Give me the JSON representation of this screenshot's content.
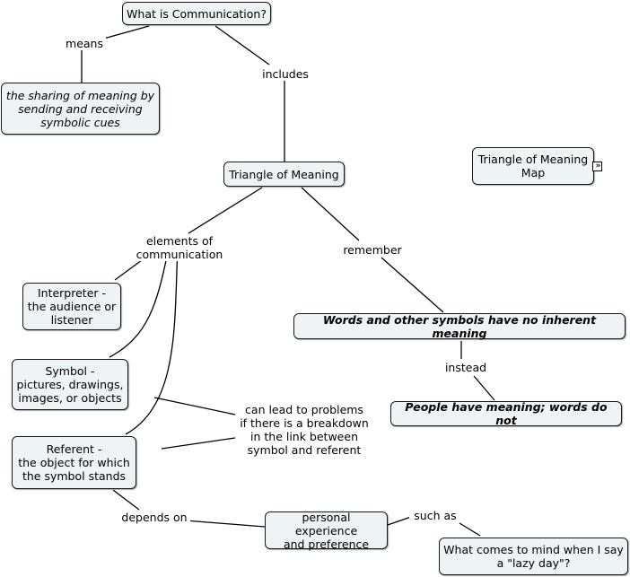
{
  "concepts": {
    "what_is_communication": "What is Communication?",
    "sharing_of_meaning": "the sharing of meaning by\nsending and receiving\nsymbolic cues",
    "triangle_of_meaning": "Triangle of Meaning",
    "triangle_map": "Triangle of Meaning\nMap",
    "interpreter": "Interpreter -\nthe audience or\nlistener",
    "symbol": "Symbol -\npictures, drawings,\nimages, or objects",
    "referent": "Referent -\nthe object for which\nthe symbol stands",
    "no_inherent_meaning": "Words and other symbols have no inherent meaning",
    "people_have_meaning": "People have meaning; words do not",
    "personal_experience": "personal experience\nand preference",
    "lazy_day": "What comes to mind when I say\na \"lazy day\"?"
  },
  "linking_phrases": {
    "means": "means",
    "includes": "includes",
    "elements": "elements of communication",
    "remember": "remember",
    "instead": "instead",
    "lead_to_problems": "can lead to problems\nif there is a breakdown\nin the link between\nsymbol and referent",
    "depends_on": "depends on",
    "such_as": "such as"
  },
  "icons": {
    "map_link": "double-chevron-right-icon"
  }
}
